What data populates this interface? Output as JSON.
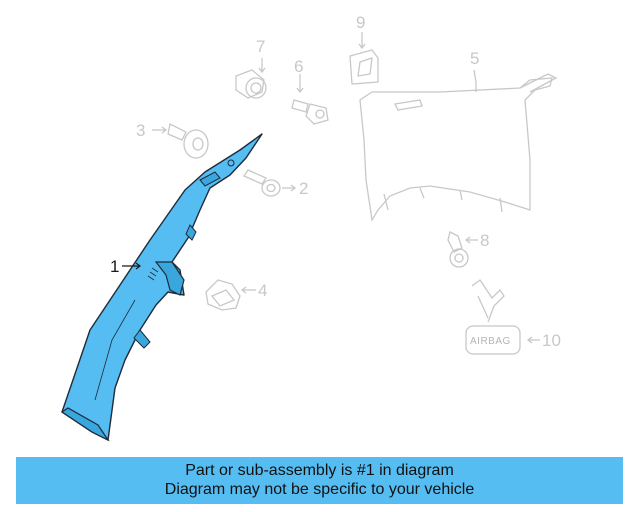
{
  "callouts": {
    "c1": "1",
    "c2": "2",
    "c3": "3",
    "c4": "4",
    "c5": "5",
    "c6": "6",
    "c7": "7",
    "c8": "8",
    "c9": "9",
    "c10": "10"
  },
  "airbag_label": "AIRBAG",
  "banner": {
    "line1": "Part or sub-assembly is #1 in diagram",
    "line2": "Diagram may not be specific to your vehicle"
  },
  "colors": {
    "highlight": "#55bdf2",
    "faded": "#c8c8c8",
    "outline": "#1e2b3a"
  }
}
